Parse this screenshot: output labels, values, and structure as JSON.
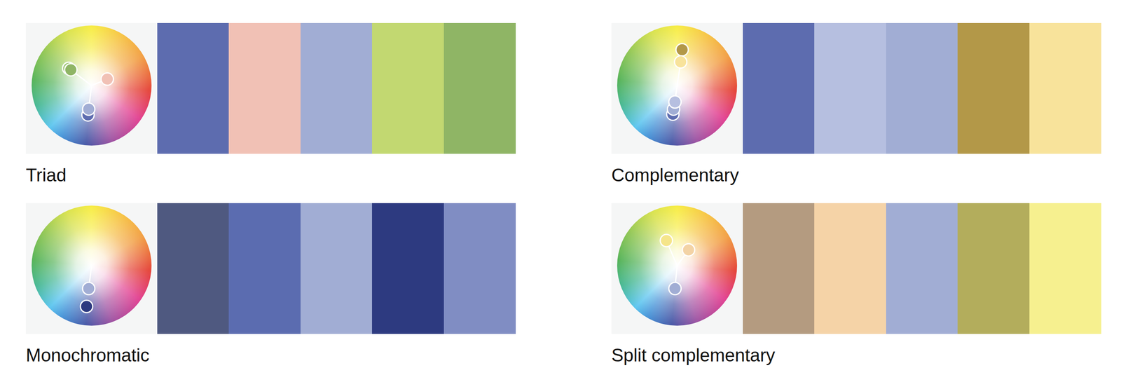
{
  "diagram": {
    "labels": [
      "Triad",
      "Complementary",
      "Monochromatic",
      "Split complementary"
    ]
  }
}
